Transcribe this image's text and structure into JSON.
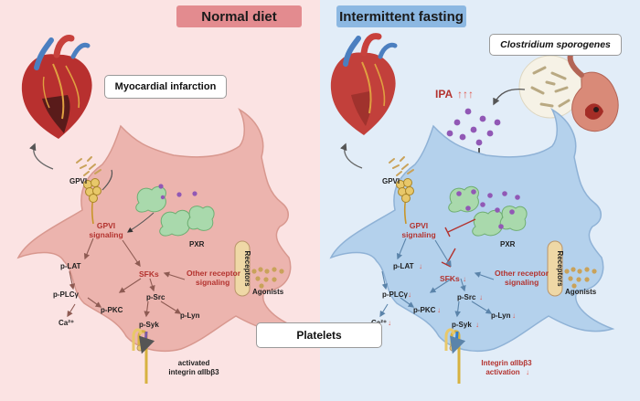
{
  "headers": {
    "left": "Normal diet",
    "right": "Intermittent fasting"
  },
  "boxes": {
    "mi": "Myocardial infarction",
    "clostridium": "Clostridium sporogenes",
    "platelets": "Platelets"
  },
  "left": {
    "gpvi": "GPVI",
    "gpvi_signaling_1": "GPVI",
    "gpvi_signaling_2": "signaling",
    "plat": "p-LAT",
    "pplcg": "p-PLCγ",
    "ppkc": "p-PKC",
    "ca": "Ca²⁺",
    "sfks": "SFKs",
    "psrc": "p-Src",
    "psyk": "p-Syk",
    "plyn": "p-Lyn",
    "pxr": "PXR",
    "other_1": "Other receptor",
    "other_2": "signaling",
    "receptors": "Receptors",
    "agonists": "Agonists",
    "integrin_1": "activated",
    "integrin_2": "integrin αIIbβ3"
  },
  "right": {
    "ipa": "IPA",
    "ipa_arrows": "↑↑↑",
    "gpvi": "GPVI",
    "gpvi_signaling_1": "GPVI",
    "gpvi_signaling_2": "signaling",
    "plat": "p-LAT",
    "pplcg": "p-PLCγ",
    "ppkc": "p-PKC",
    "ca": "Ca²⁺",
    "sfks": "SFKs",
    "psrc": "p-Src",
    "psyk": "p-Syk",
    "plyn": "p-Lyn",
    "pxr": "PXR",
    "other_1": "Other receptor",
    "other_2": "signaling",
    "receptors": "Receptors",
    "agonists": "Agonists",
    "integrin_1": "Integrin αIIbβ3",
    "integrin_2": "activation",
    "down": "↓"
  },
  "colors": {
    "left_bg": "#fbe3e3",
    "right_bg": "#e2edf8",
    "left_header": "#e38b8f",
    "right_header": "#8cb8e2",
    "signal_red": "#b3332f",
    "platelet_left": "#ecb4ae",
    "platelet_right": "#b4d1ec",
    "pxr_green": "#a9d9ac",
    "ipa_purple": "#9158b5",
    "agonist_gold": "#c9a25a"
  }
}
